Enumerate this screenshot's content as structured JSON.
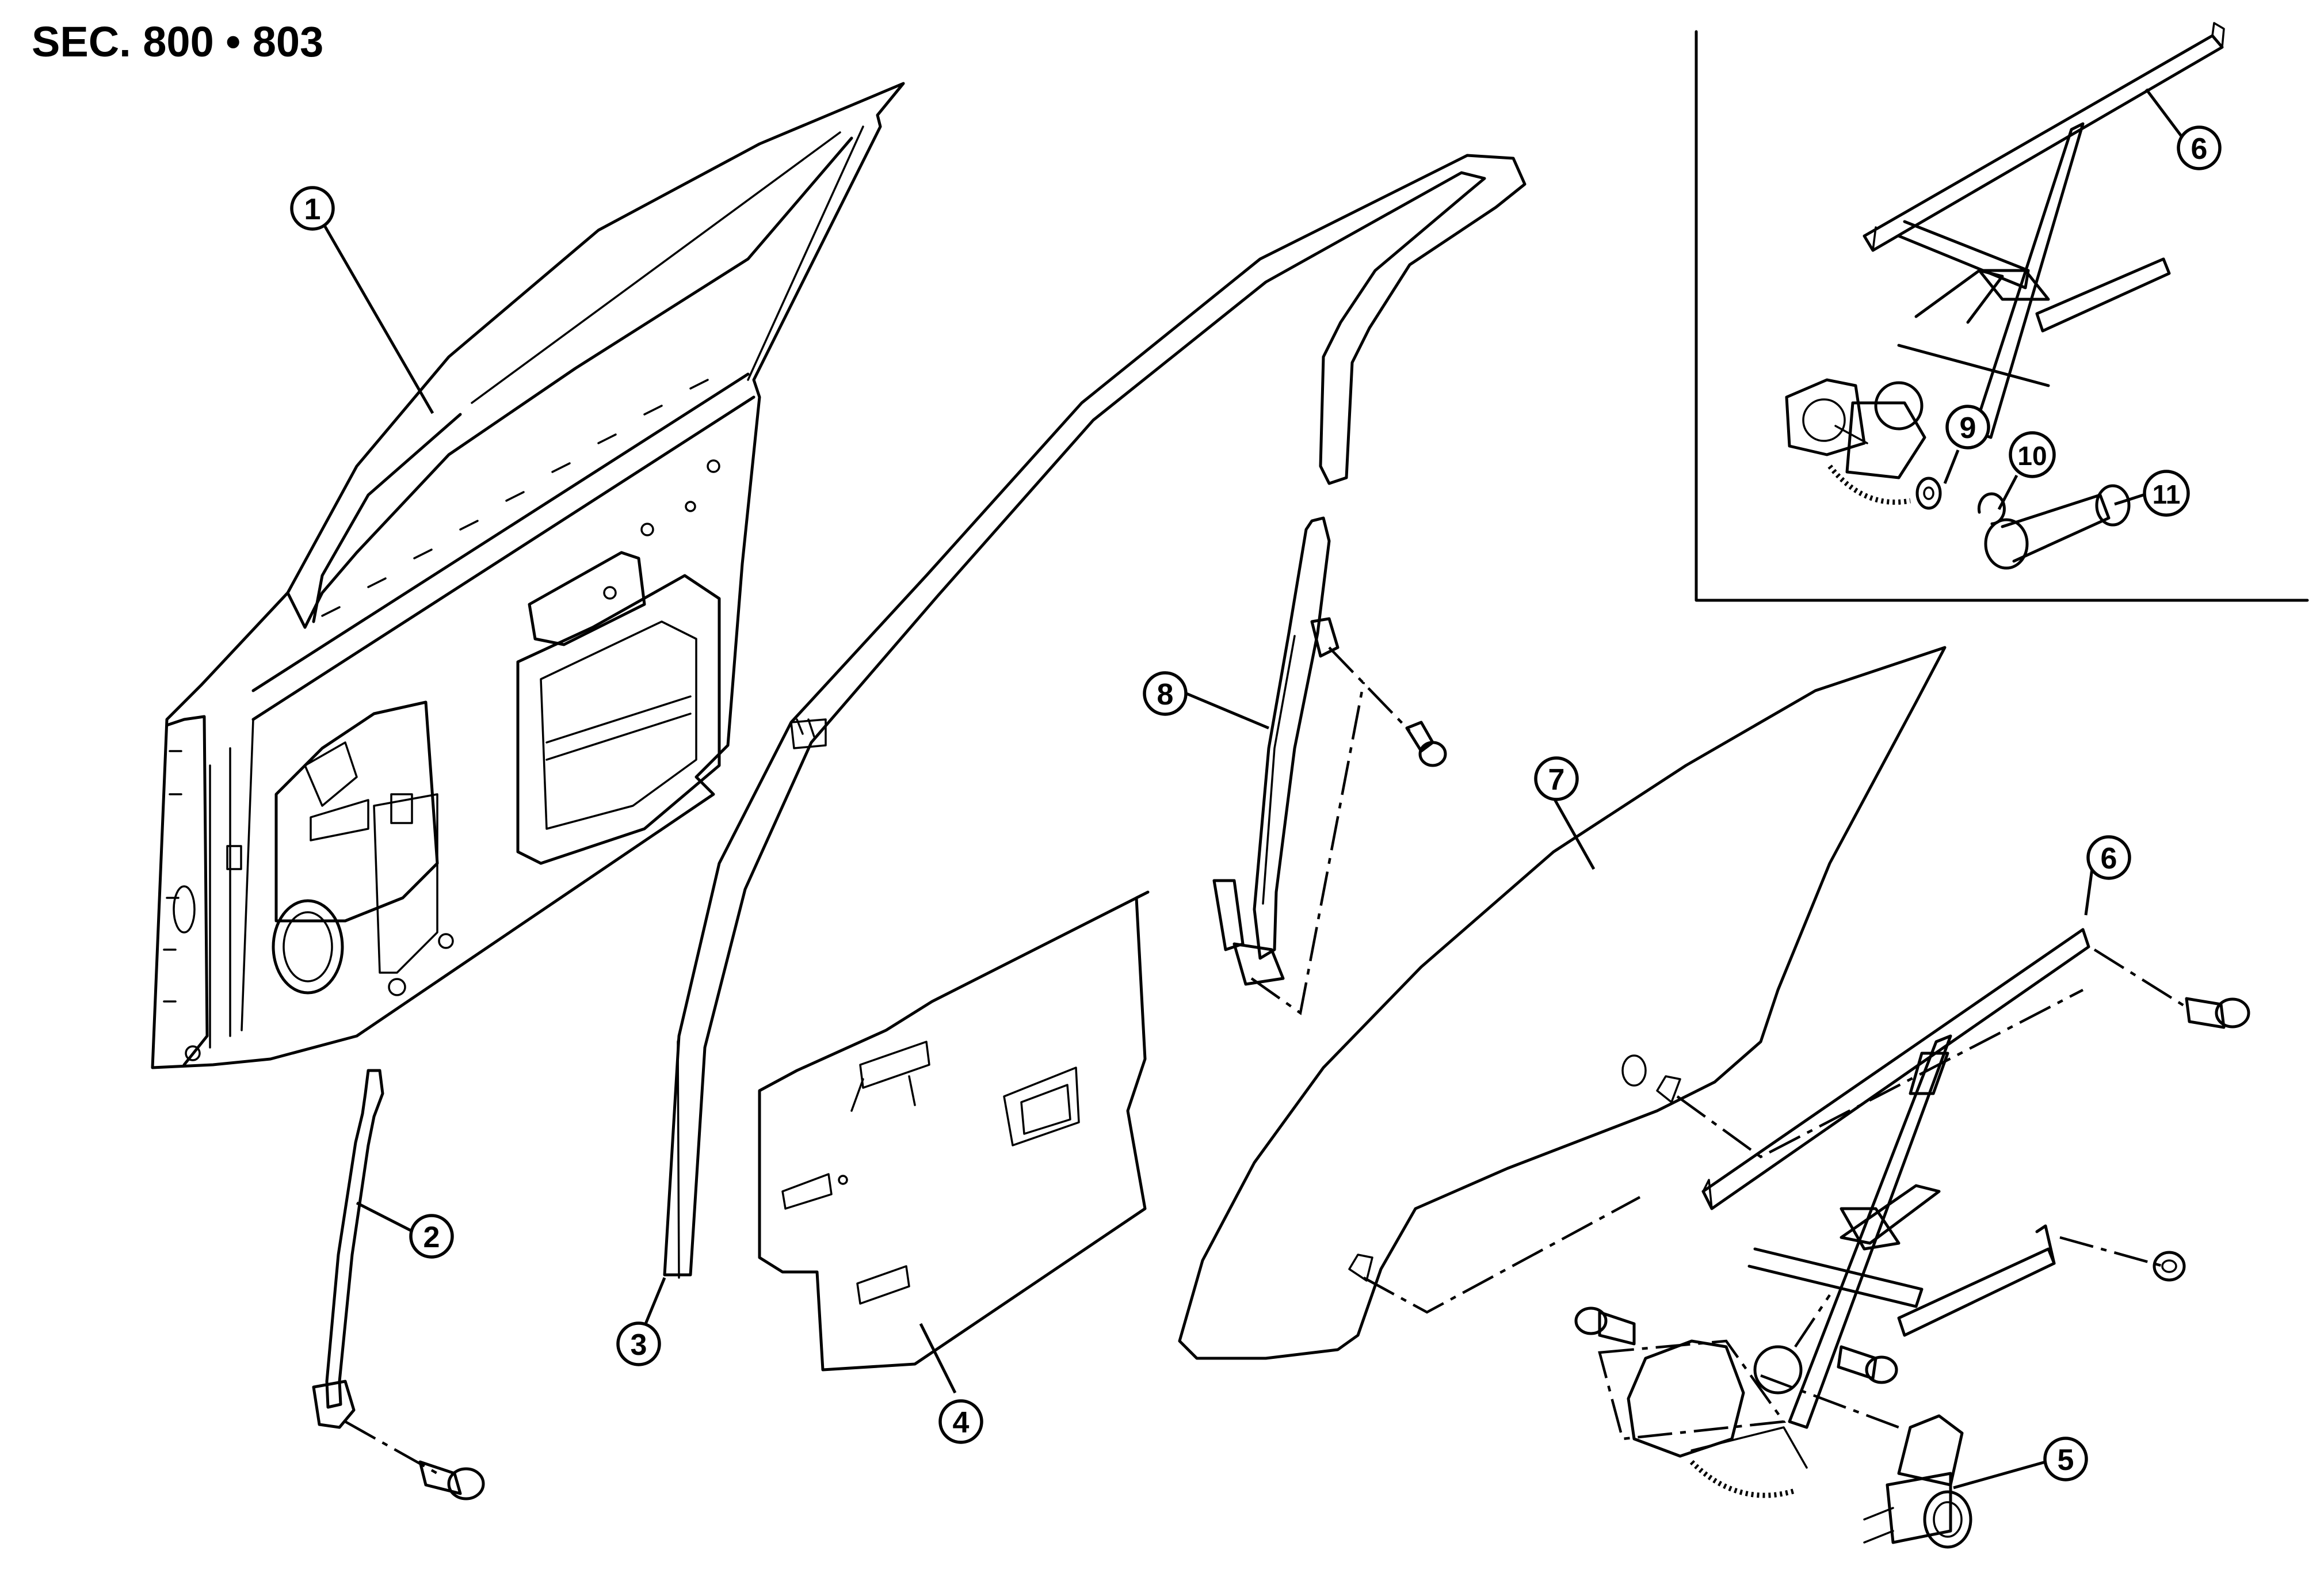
{
  "diagram": {
    "title": "SEC. 800 • 803",
    "callouts": [
      {
        "id": "c1",
        "label": "1"
      },
      {
        "id": "c2",
        "label": "2"
      },
      {
        "id": "c3",
        "label": "3"
      },
      {
        "id": "c4",
        "label": "4"
      },
      {
        "id": "c5",
        "label": "5"
      },
      {
        "id": "c6a",
        "label": "6"
      },
      {
        "id": "c6b",
        "label": "6"
      },
      {
        "id": "c7",
        "label": "7"
      },
      {
        "id": "c8",
        "label": "8"
      },
      {
        "id": "c9",
        "label": "9"
      },
      {
        "id": "c10",
        "label": "10"
      },
      {
        "id": "c11",
        "label": "11"
      }
    ]
  }
}
